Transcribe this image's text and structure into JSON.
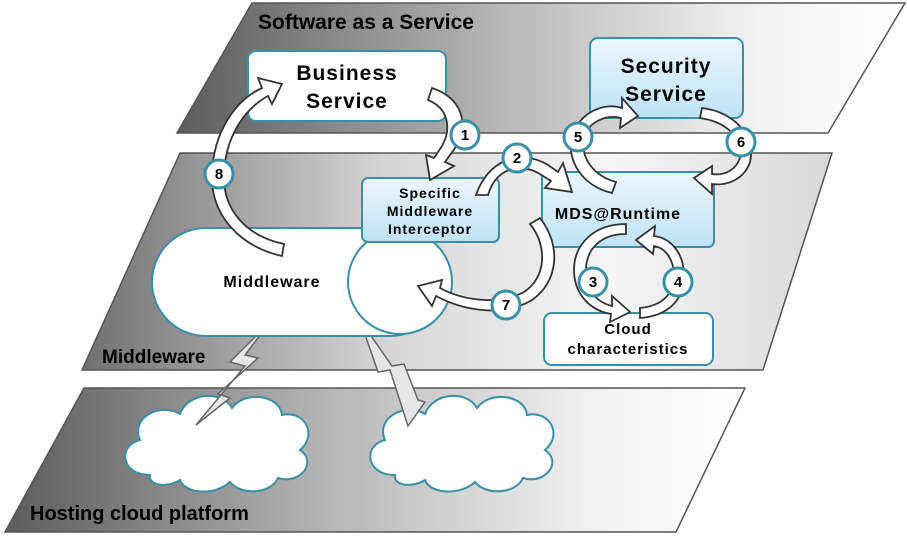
{
  "layers": {
    "saas": "Software as a Service",
    "middleware": "Middleware",
    "hosting": "Hosting cloud platform"
  },
  "boxes": {
    "business_service": [
      "Business",
      "Service"
    ],
    "security_service": [
      "Security",
      "Service"
    ],
    "interceptor": [
      "Specific",
      "Middleware",
      "Interceptor"
    ],
    "mds_runtime": "MDS@Runtime",
    "cloud_characteristics": [
      "Cloud",
      "characteristics"
    ],
    "middleware_component": "Middleware"
  },
  "steps": [
    "1",
    "2",
    "3",
    "4",
    "5",
    "6",
    "7",
    "8"
  ],
  "colors": {
    "box_blue": "#cfe8f7",
    "box_border": "#3a8fa8",
    "layer_dark": "#6b6b6b",
    "layer_light": "#f4f4f4"
  }
}
